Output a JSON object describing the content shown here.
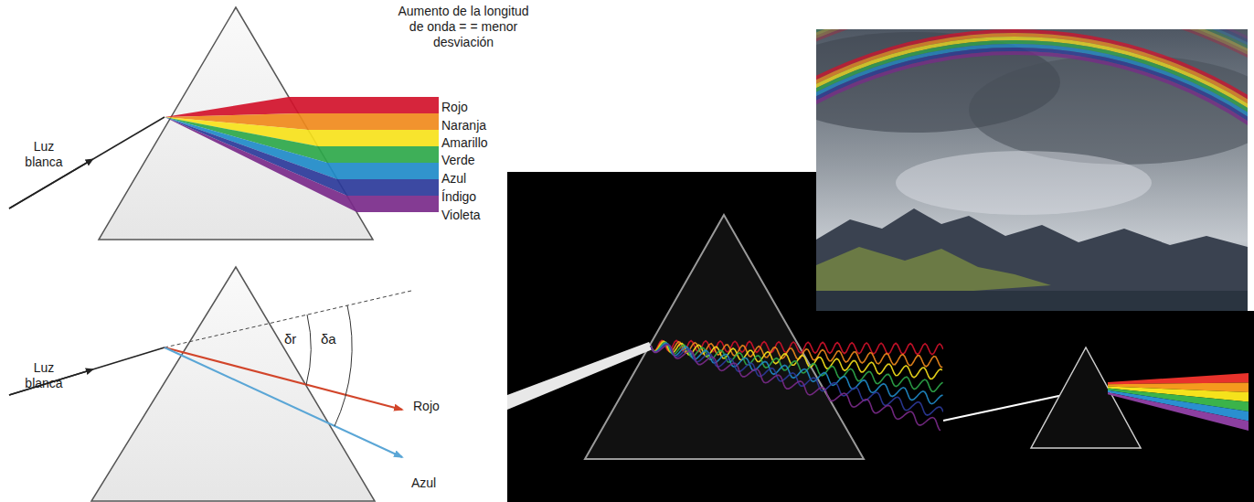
{
  "diagram": {
    "labels": [
      "Aumento de la longitud de onda = = menor desviación",
      "Luz blanca",
      "Rojo",
      "Naranja",
      "Amarillo",
      "Verde",
      "Azul",
      "Índigo",
      "Violeta",
      "Luz blanca",
      "δr",
      "δa",
      "Rojo",
      "Azul"
    ]
  }
}
